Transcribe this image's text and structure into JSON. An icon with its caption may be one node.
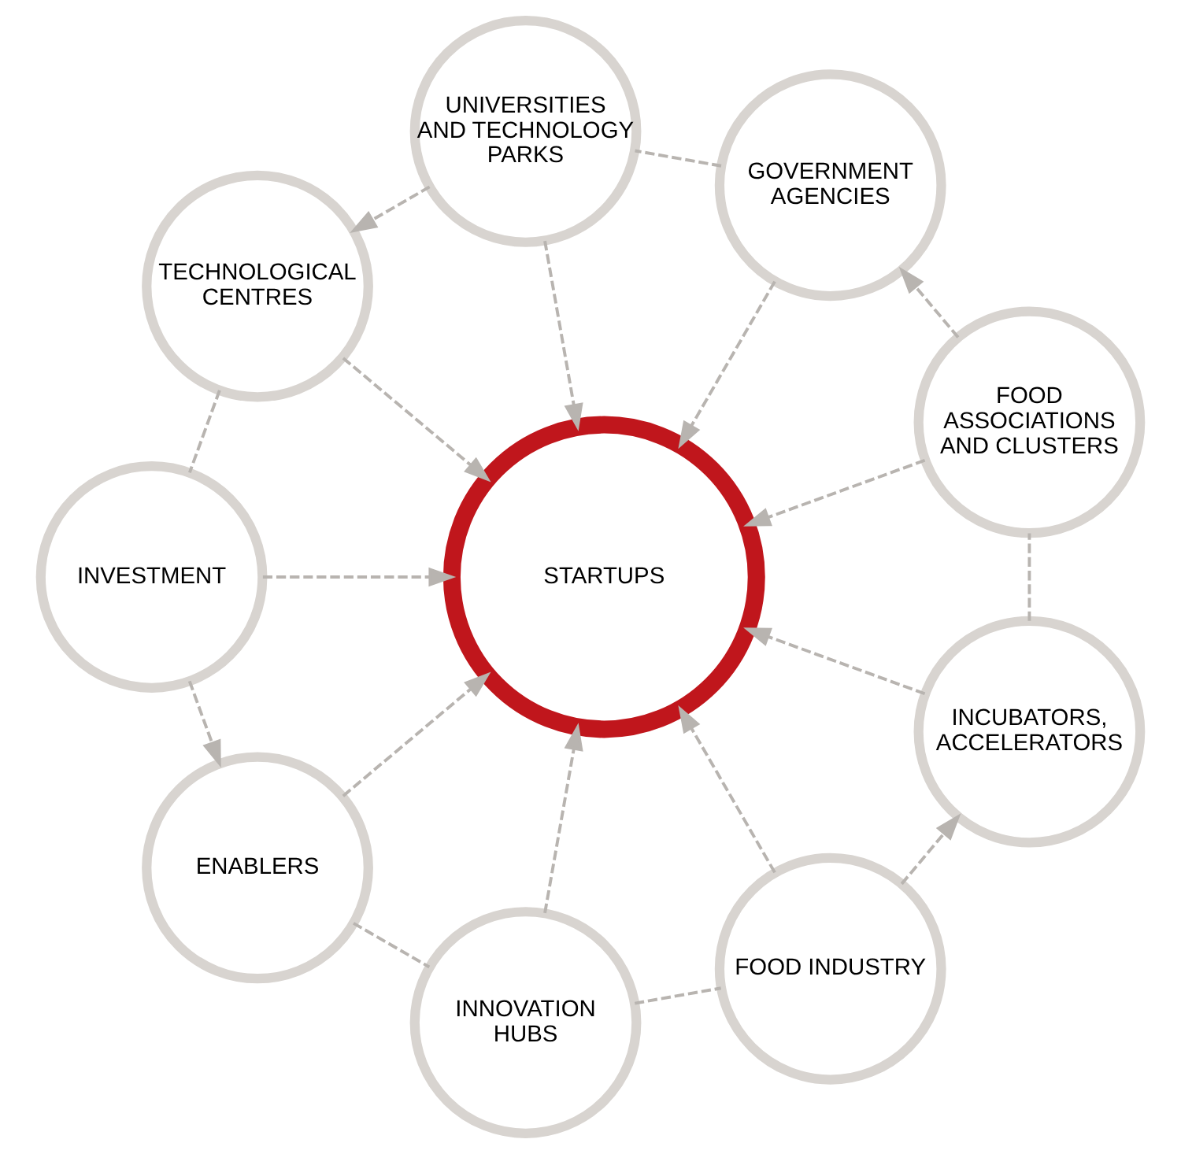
{
  "diagram": {
    "nodes": [
      {
        "text": [
          "STARTUPS"
        ]
      },
      {
        "text": [
          "FOOD ASSOCIATIONS AND CLUSTERS"
        ]
      },
      {
        "text": [
          "GOVERNMENT AGENCIES"
        ]
      },
      {
        "text": [
          "UNIVERSITIES AND TECHNOLOGY PARKS"
        ]
      },
      {
        "text": [
          "TECHNOLOGICAL CENTRES"
        ]
      },
      {
        "text": [
          "INVESTMENT"
        ]
      },
      {
        "text": [
          "ENABLERS"
        ]
      },
      {
        "text": [
          "INNOVATION HUBS"
        ]
      },
      {
        "text": [
          "FOOD INDUSTRY"
        ]
      },
      {
        "text": [
          "INCUBATORS, ACCELERATORS"
        ]
      }
    ],
    "edges": [
      {
        "from": 1,
        "to": 0,
        "arrow": "to",
        "style": "dashed"
      },
      {
        "from": 2,
        "to": 0,
        "arrow": "to",
        "style": "dashed"
      },
      {
        "from": 3,
        "to": 0,
        "arrow": "to",
        "style": "dashed"
      },
      {
        "from": 4,
        "to": 0,
        "arrow": "to",
        "style": "dashed"
      },
      {
        "from": 5,
        "to": 0,
        "arrow": "to",
        "style": "dashed"
      },
      {
        "from": 6,
        "to": 0,
        "arrow": "to",
        "style": "dashed"
      },
      {
        "from": 7,
        "to": 0,
        "arrow": "to",
        "style": "dashed"
      },
      {
        "from": 8,
        "to": 0,
        "arrow": "to",
        "style": "dashed"
      },
      {
        "from": 9,
        "to": 0,
        "arrow": "to",
        "style": "dashed"
      },
      {
        "from": 1,
        "to": 2,
        "arrow": "to",
        "style": "dashed"
      },
      {
        "from": 2,
        "to": 3,
        "arrow": "none",
        "style": "dashed"
      },
      {
        "from": 3,
        "to": 4,
        "arrow": "to",
        "style": "dashed"
      },
      {
        "from": 4,
        "to": 5,
        "arrow": "none",
        "style": "dashed"
      },
      {
        "from": 5,
        "to": 6,
        "arrow": "to",
        "style": "dashed"
      },
      {
        "from": 6,
        "to": 7,
        "arrow": "none",
        "style": "dashed"
      },
      {
        "from": 7,
        "to": 8,
        "arrow": "none",
        "style": "dashed"
      },
      {
        "from": 8,
        "to": 9,
        "arrow": "to",
        "style": "dashed"
      },
      {
        "from": 9,
        "to": 1,
        "arrow": "none",
        "style": "dashed"
      }
    ]
  }
}
